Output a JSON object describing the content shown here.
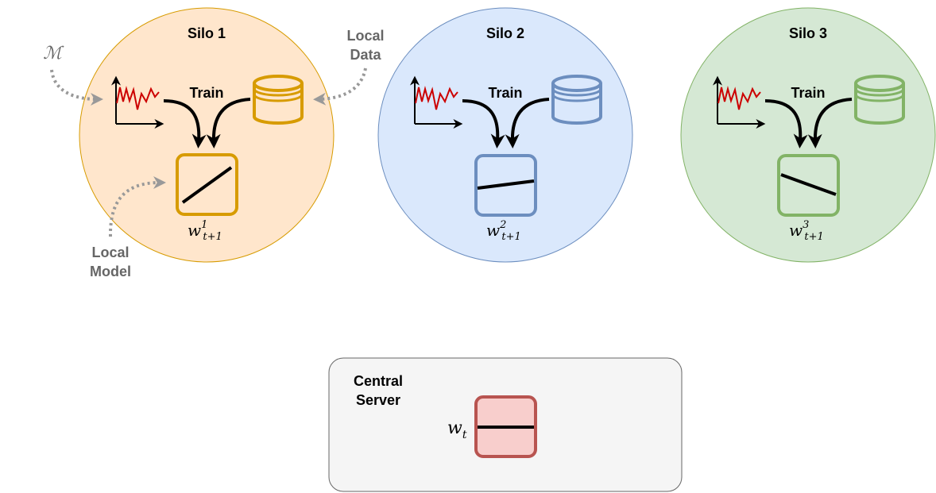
{
  "silos": [
    {
      "title": "Silo 1",
      "train_label": "Train",
      "weight_base": "w",
      "weight_sup": "1",
      "weight_sub": "t+1",
      "fill": "#ffe6cc",
      "stroke": "#d79b00"
    },
    {
      "title": "Silo 2",
      "train_label": "Train",
      "weight_base": "w",
      "weight_sup": "2",
      "weight_sub": "t+1",
      "fill": "#dae8fc",
      "stroke": "#6c8ebf"
    },
    {
      "title": "Silo 3",
      "train_label": "Train",
      "weight_base": "w",
      "weight_sup": "3",
      "weight_sub": "t+1",
      "fill": "#d5e8d4",
      "stroke": "#82b366"
    }
  ],
  "annotations": {
    "model_symbol": "ℳ",
    "local_data_line1": "Local",
    "local_data_line2": "Data",
    "local_model_line1": "Local",
    "local_model_line2": "Model"
  },
  "server": {
    "title_line1": "Central",
    "title_line2": "Server",
    "weight_base": "w",
    "weight_sub": "t",
    "fill": "#f5f5f5",
    "stroke": "#666666",
    "model_fill": "#f8cecc",
    "model_stroke": "#b85450"
  },
  "colors": {
    "signal": "#cc0000",
    "annotation_gray": "#999999",
    "annotation_text": "#666666"
  }
}
